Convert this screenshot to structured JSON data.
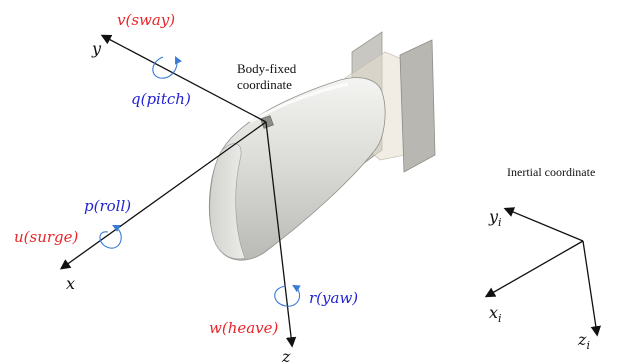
{
  "body_label": [
    "Body-fixed",
    "coordinate"
  ],
  "inertial_label": "Inertial coordinate",
  "body_axes": {
    "x": "x",
    "y": "y",
    "z": "z"
  },
  "inertial_axes": {
    "x": "x",
    "x_sub": "i",
    "y": "y",
    "y_sub": "i",
    "z": "z",
    "z_sub": "i"
  },
  "motions": {
    "surge": "u(surge)",
    "sway": "v(sway)",
    "heave": "w(heave)",
    "roll": "p(roll)",
    "pitch": "q(pitch)",
    "yaw": "r(yaw)"
  },
  "colors": {
    "translation": "#e8262a",
    "rotation": "#2323d6",
    "rotation_arrow": "#3a7bd5",
    "axis": "#111111",
    "hull": "#d9d9d6",
    "fin": "#c8c6c0"
  }
}
